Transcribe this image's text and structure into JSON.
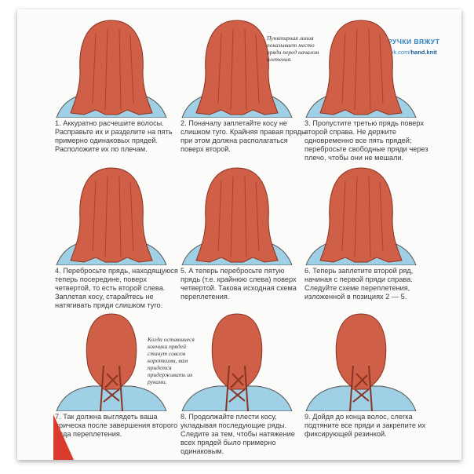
{
  "watermark": {
    "title": "РУЧКИ ВЯЖУТ",
    "url_prefix": "vk.com/",
    "url_handle": "hand.knit",
    "color": "#2d7fbf"
  },
  "notes": {
    "dotted_line": "Пунктирная линия показывает место пряди перед началом плетения.",
    "short_strands": "Когда оставшиеся кончики прядей станут совсем короткими, вам придется придерживать их руками."
  },
  "colors": {
    "hair": "#cf5f47",
    "shirt": "#9fd0e6",
    "accent": "#d93b2c"
  },
  "steps": [
    {
      "text": "1. Аккуратно расчешите волосы. Расправьте их и разделите на пять примерно одинаковых прядей. Расположите их по плечам."
    },
    {
      "text": "2. Поначалу заплетайте косу не слишком туго. Крайняя правая прядь при этом должна располагаться поверх второй."
    },
    {
      "text": "3. Пропустите третью прядь поверх второй справа. Не держите одновременно все пять прядей; перебросьте свободные пряди через плечо, чтобы они не мешали."
    },
    {
      "text": "4. Перебросьте прядь, находящуюся теперь посередине, поверх четвертой, то есть второй слева. Заплетая косу, старайтесь не натягивать пряди слишком туго."
    },
    {
      "text": "5. А теперь перебросьте пятую прядь (т.е. крайнюю слева) поверх четвертой. Такова исходная схема переплетения."
    },
    {
      "text": "6. Теперь заплетите второй ряд, начиная с первой пряди справа. Следуйте схеме переплетения, изложенной в позициях 2 — 5."
    },
    {
      "text": "7. Так должна выглядеть ваша прическа после завершения второго ряда переплетения."
    },
    {
      "text": "8. Продолжайте плести косу, укладывая последующие ряды. Следите за тем, чтобы натяжение всех прядей было примерно одинаковым."
    },
    {
      "text": "9. Дойдя до конца волос, слегка подтяните все пряди и закрепите их фиксирующей резинкой."
    }
  ]
}
